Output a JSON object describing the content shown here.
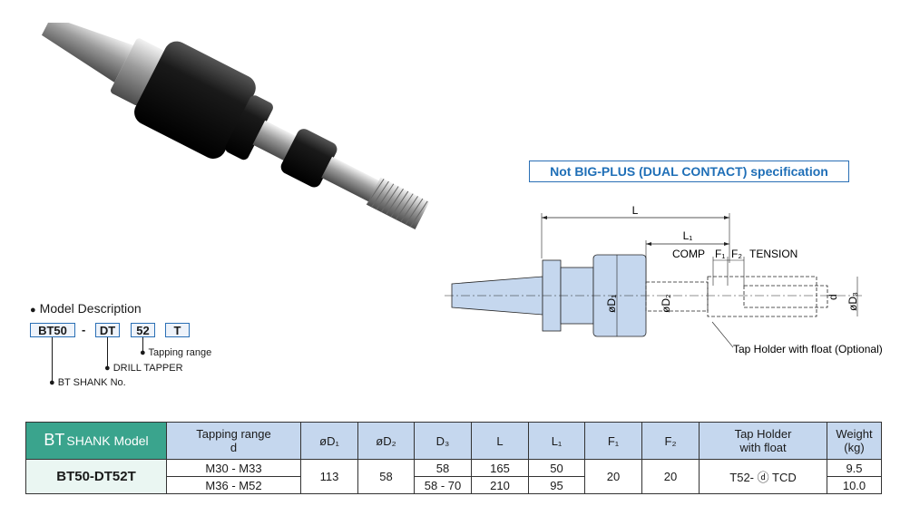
{
  "spec_box": "Not BIG-PLUS (DUAL CONTACT) specification",
  "drawing": {
    "L": "L",
    "L1": "L₁",
    "comp": "COMP",
    "F1": "F₁",
    "F2": "F₂",
    "tension": "TENSION",
    "D1": "øD₁",
    "D2": "øD₂",
    "D3": "øD₃",
    "d": "d",
    "tap_holder_note": "Tap Holder with float (Optional)"
  },
  "model_description": {
    "title": "Model Description",
    "parts": [
      "BT50",
      "DT",
      "52",
      "T"
    ],
    "dash": "-",
    "labels": {
      "tapping_range": "Tapping range",
      "drill_tapper": "DRILL TAPPER",
      "bt_shank": "BT SHANK No."
    }
  },
  "table": {
    "model_header_prefix": "BT",
    "model_header_suffix": "SHANK Model",
    "headers": {
      "tapping_range": "Tapping range",
      "tapping_range_sub": "d",
      "D1": "øD₁",
      "D2": "øD₂",
      "D3": "D₃",
      "L": "L",
      "L1": "L₁",
      "F1": "F₁",
      "F2": "F₂",
      "tap_holder": "Tap Holder",
      "tap_holder_sub": "with float",
      "weight": "Weight",
      "weight_sub": "(kg)"
    },
    "model": "BT50-DT52T",
    "rows": [
      {
        "tapping_range": "M30 - M33",
        "D3": "58",
        "L": "165",
        "L1": "50",
        "weight": "9.5"
      },
      {
        "tapping_range": "M36 - M52",
        "D3": "58 - 70",
        "L": "210",
        "L1": "95",
        "weight": "10.0"
      }
    ],
    "D1": "113",
    "D2": "58",
    "F1": "20",
    "F2": "20",
    "tap_holder": "T52- ⓓ TCD"
  }
}
